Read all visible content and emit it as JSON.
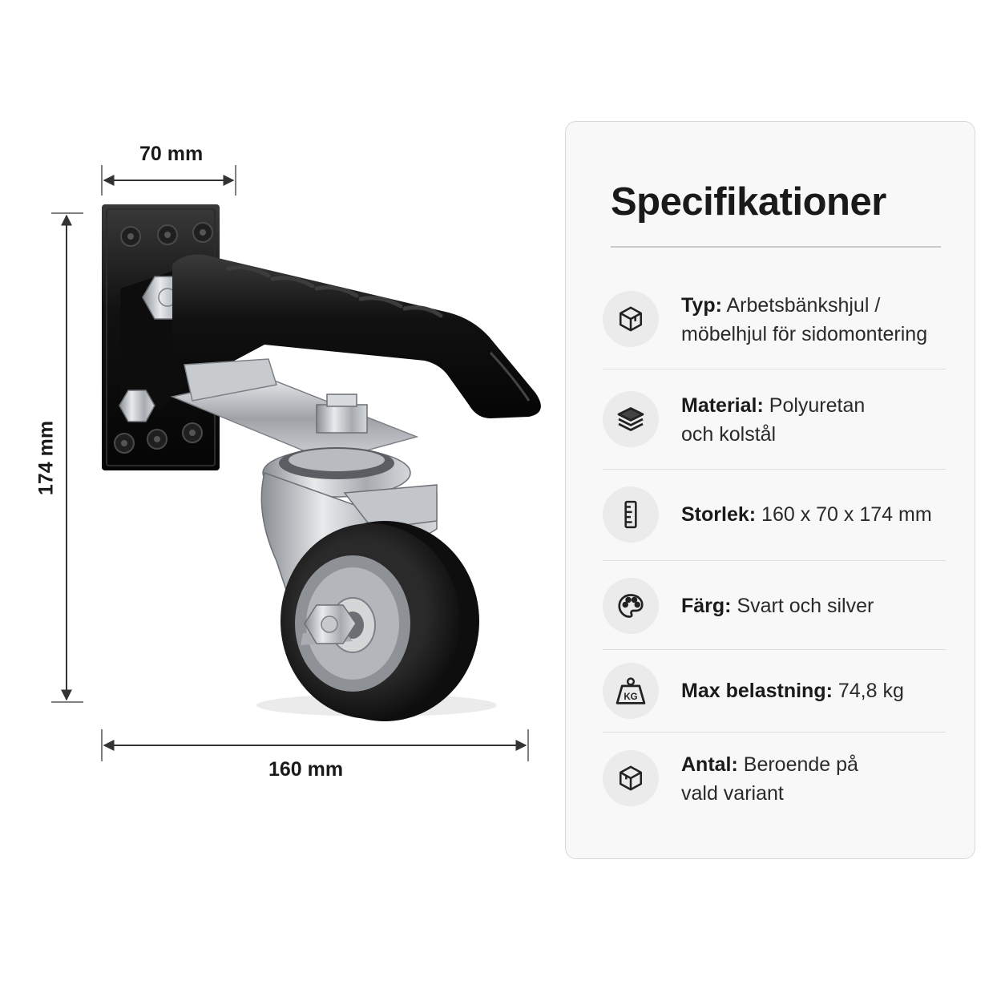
{
  "dimensions": {
    "width": "70 mm",
    "height": "174 mm",
    "length": "160 mm"
  },
  "specs": {
    "title": "Specifikationer",
    "rows": [
      {
        "icon": "cube-icon",
        "label": "Typ:",
        "value_line1": "Arbetsbänkshjul /",
        "value_line2": "möbelhjul för sidomontering"
      },
      {
        "icon": "layers-icon",
        "label": "Material:",
        "value_line1": "Polyuretan",
        "value_line2": "och kolstål"
      },
      {
        "icon": "ruler-icon",
        "label": "Storlek:",
        "value_line1": "160 x 70 x 174 mm"
      },
      {
        "icon": "palette-icon",
        "label": "Färg:",
        "value_line1": "Svart och silver"
      },
      {
        "icon": "weight-kg-icon",
        "label": "Max belastning:",
        "value_line1": "74,8 kg",
        "icon_text": "KG"
      },
      {
        "icon": "box-icon",
        "label": "Antal:",
        "value_line1": "Beroende på",
        "value_line2": "vald variant"
      }
    ]
  },
  "colors": {
    "bracket": "#111111",
    "steel": "#b9bcc0",
    "wheel": "#1b1b1b",
    "hub": "#9a9ea3"
  }
}
